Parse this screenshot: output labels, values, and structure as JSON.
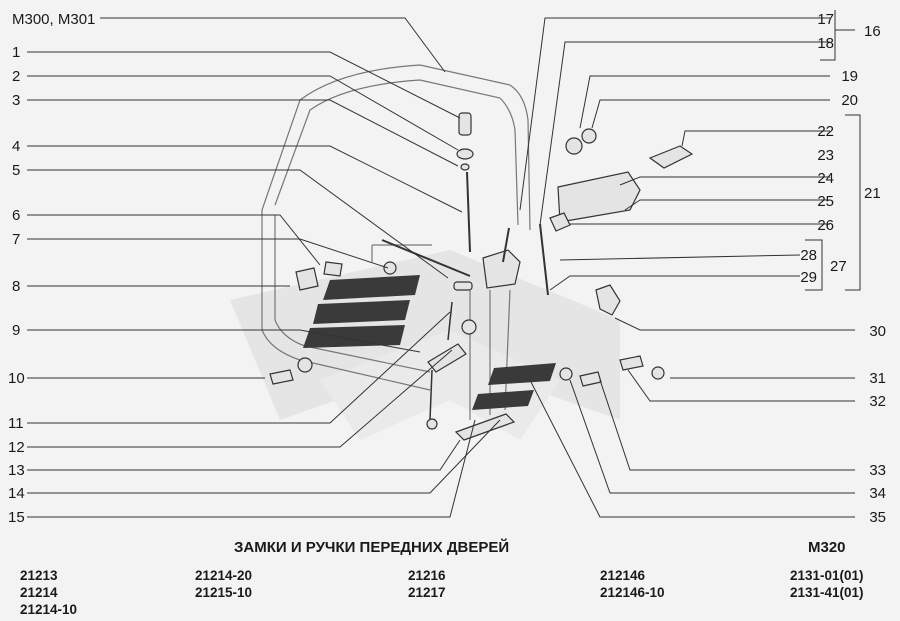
{
  "header_label": "М300, М301",
  "callouts_left": [
    "1",
    "2",
    "3",
    "4",
    "5",
    "6",
    "7",
    "8",
    "9",
    "10",
    "11",
    "12",
    "13",
    "14",
    "15"
  ],
  "callouts_right": [
    "17",
    "18",
    "19",
    "20",
    "22",
    "23",
    "24",
    "25",
    "26",
    "28",
    "29",
    "30",
    "31",
    "32",
    "33",
    "34",
    "35"
  ],
  "group_labels": [
    "16",
    "21",
    "27"
  ],
  "title": "ЗАМКИ И РУЧКИ ПЕРЕДНИХ ДВЕРЕЙ",
  "sheet_code": "М320",
  "models": [
    [
      "21213",
      "21214",
      "21214-10"
    ],
    [
      "21214-20",
      "21215-10"
    ],
    [
      "21216",
      "21217"
    ],
    [
      "212146",
      "212146-10"
    ],
    [
      "2131-01(01)",
      "2131-41(01)"
    ]
  ]
}
